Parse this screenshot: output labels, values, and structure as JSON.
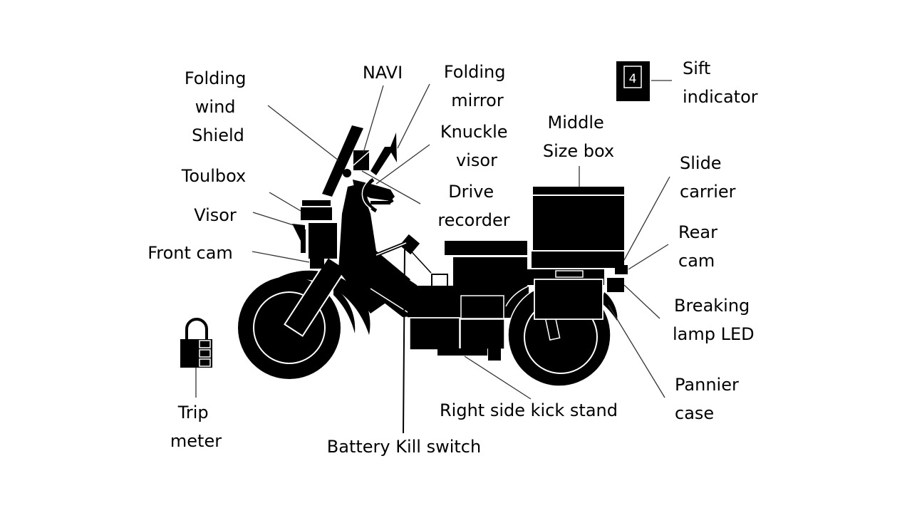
{
  "diagram": {
    "title": "Motorcycle accessory layout",
    "colors": {
      "ink": "#000000",
      "background": "#ffffff",
      "leader": "#333333"
    },
    "shift_indicator_value": "4",
    "labels": [
      {
        "id": "folding-wind-shield",
        "lines": [
          "Folding",
          "wind",
          "Shield"
        ]
      },
      {
        "id": "navi",
        "lines": [
          "NAVI"
        ]
      },
      {
        "id": "folding-mirror",
        "lines": [
          "Folding",
          "mirror"
        ]
      },
      {
        "id": "knuckle-visor",
        "lines": [
          "Knuckle",
          "visor"
        ]
      },
      {
        "id": "drive-recorder",
        "lines": [
          "Drive",
          "recorder"
        ]
      },
      {
        "id": "middle-size-box",
        "lines": [
          "Middle",
          "Size box"
        ]
      },
      {
        "id": "sift-indicator",
        "lines": [
          "Sift",
          "indicator"
        ]
      },
      {
        "id": "slide-carrier",
        "lines": [
          "Slide",
          "carrier"
        ]
      },
      {
        "id": "rear-cam",
        "lines": [
          "Rear",
          "cam"
        ]
      },
      {
        "id": "breaking-lamp-led",
        "lines": [
          "Breaking",
          "lamp LED"
        ]
      },
      {
        "id": "pannier-case",
        "lines": [
          "Pannier",
          "case"
        ]
      },
      {
        "id": "right-side-kick-stand",
        "lines": [
          "Right side kick stand"
        ]
      },
      {
        "id": "battery-kill-switch",
        "lines": [
          "Battery Kill switch"
        ]
      },
      {
        "id": "trip-meter",
        "lines": [
          "Trip",
          "meter"
        ]
      },
      {
        "id": "toulbox",
        "lines": [
          "Toulbox"
        ]
      },
      {
        "id": "visor",
        "lines": [
          "Visor"
        ]
      },
      {
        "id": "front-cam",
        "lines": [
          "Front cam"
        ]
      }
    ]
  }
}
